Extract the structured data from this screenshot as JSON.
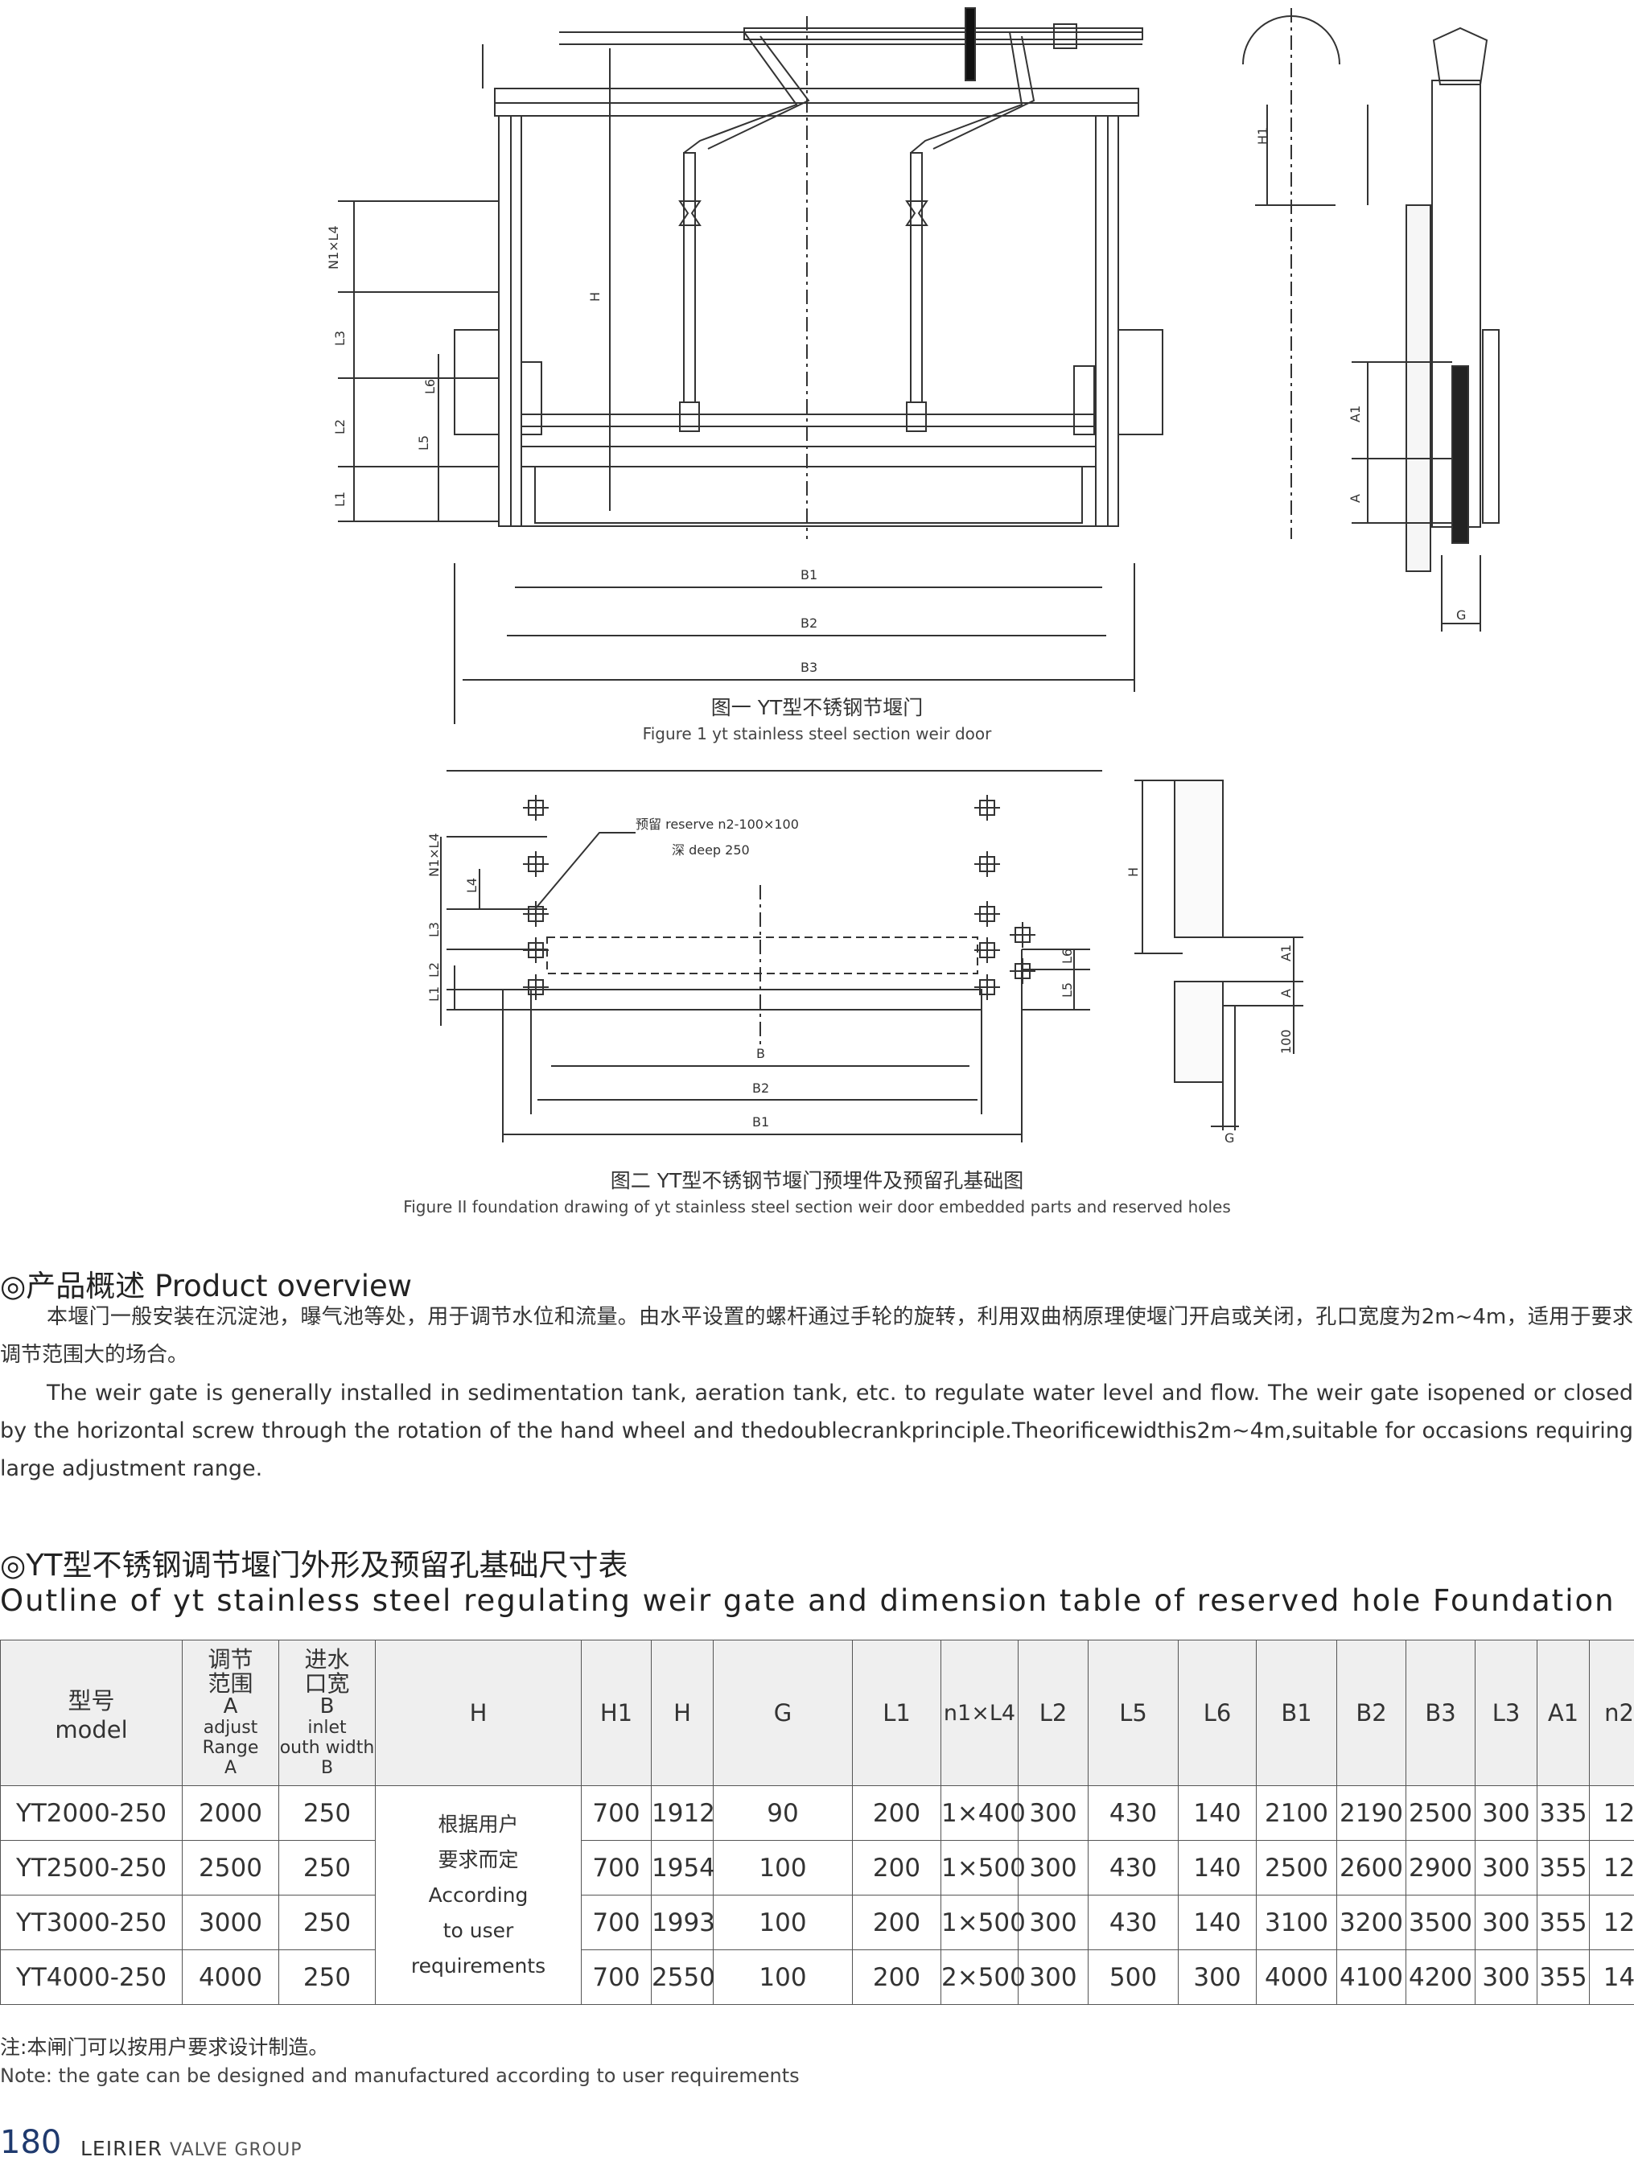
{
  "figure1": {
    "caption_cn": "图一 YT型不锈钢节堰门",
    "caption_en": "Figure 1 yt stainless steel section weir door",
    "dims": [
      "N1×L4",
      "L3",
      "L2",
      "L1",
      "L6",
      "L5",
      "H",
      "B1",
      "B2",
      "B3",
      "H1",
      "A1",
      "A",
      "G"
    ]
  },
  "figure2": {
    "caption_cn": "图二 YT型不锈钢节堰门预埋件及预留孔基础图",
    "caption_en": "Figure II foundation drawing of yt stainless steel section weir door embedded parts and reserved holes",
    "reserve_label": "预留 reserve n2-100×100",
    "deep_label": "深 deep 250",
    "dims": [
      "N1×L4",
      "L4",
      "L3",
      "L2",
      "L1",
      "L6",
      "L5",
      "B",
      "B2",
      "B1",
      "H",
      "A1",
      "A",
      "100",
      "G"
    ]
  },
  "overview": {
    "title": "◎产品概述 Product overview",
    "para_cn": "本堰门一般安装在沉淀池，曝气池等处，用于调节水位和流量。由水平设置的螺杆通过手轮的旋转，利用双曲柄原理使堰门开启或关闭，孔口宽度为2m~4m，适用于要求调节范围大的场合。",
    "para_en": "The weir gate is generally installed in sedimentation tank, aeration tank, etc. to regulate water level and flow. The weir gate isopened or closed by the horizontal screw through the rotation of the hand wheel and thedoublecrankprinciple.Theorificewidthis2m~4m,suitable for occasions requiring large adjustment range."
  },
  "table_section": {
    "title_cn": "◎YT型不锈钢调节堰门外形及预留孔基础尺寸表",
    "title_en": "Outline of yt stainless steel regulating weir gate and dimension table of reserved hole Foundation"
  },
  "table": {
    "headers": {
      "model_cn": "型号",
      "model_en": "model",
      "a_cn1": "调节",
      "a_cn2": "范围",
      "a_sym": "A",
      "a_en1": "adjust",
      "a_en2": "Range",
      "a_sym2": "A",
      "b_cn1": "进水",
      "b_cn2": "口宽",
      "b_sym": "B",
      "b_en1": "inlet",
      "b_en2": "outh width",
      "b_sym2": "B",
      "cols": [
        "H",
        "H1",
        "H",
        "G",
        "L1",
        "n1×L4",
        "L2",
        "L5",
        "L6",
        "B1",
        "B2",
        "B3",
        "L3",
        "A1",
        "n2"
      ]
    },
    "merged_cn1": "根据用户",
    "merged_cn2": "要求而定",
    "merged_en1": "According",
    "merged_en2": "to user",
    "merged_en3": "requirements",
    "rows": [
      [
        "YT2000-250",
        "2000",
        "250",
        "700",
        "1912",
        "90",
        "200",
        "1×400",
        "300",
        "430",
        "140",
        "2100",
        "2190",
        "2500",
        "300",
        "335",
        "12"
      ],
      [
        "YT2500-250",
        "2500",
        "250",
        "700",
        "1954",
        "100",
        "200",
        "1×500",
        "300",
        "430",
        "140",
        "2500",
        "2600",
        "2900",
        "300",
        "355",
        "12"
      ],
      [
        "YT3000-250",
        "3000",
        "250",
        "700",
        "1993",
        "100",
        "200",
        "1×500",
        "300",
        "430",
        "140",
        "3100",
        "3200",
        "3500",
        "300",
        "355",
        "12"
      ],
      [
        "YT4000-250",
        "4000",
        "250",
        "700",
        "2550",
        "100",
        "200",
        "2×500",
        "300",
        "500",
        "300",
        "4000",
        "4100",
        "4200",
        "300",
        "355",
        "14"
      ]
    ]
  },
  "note": {
    "cn": "注:本闸门可以按用户要求设计制造。",
    "en": "Note: the gate can be designed and manufactured according to user requirements"
  },
  "footer": {
    "page": "180",
    "brand": "LEIRIER",
    "brand_sub": "VALVE GROUP"
  }
}
